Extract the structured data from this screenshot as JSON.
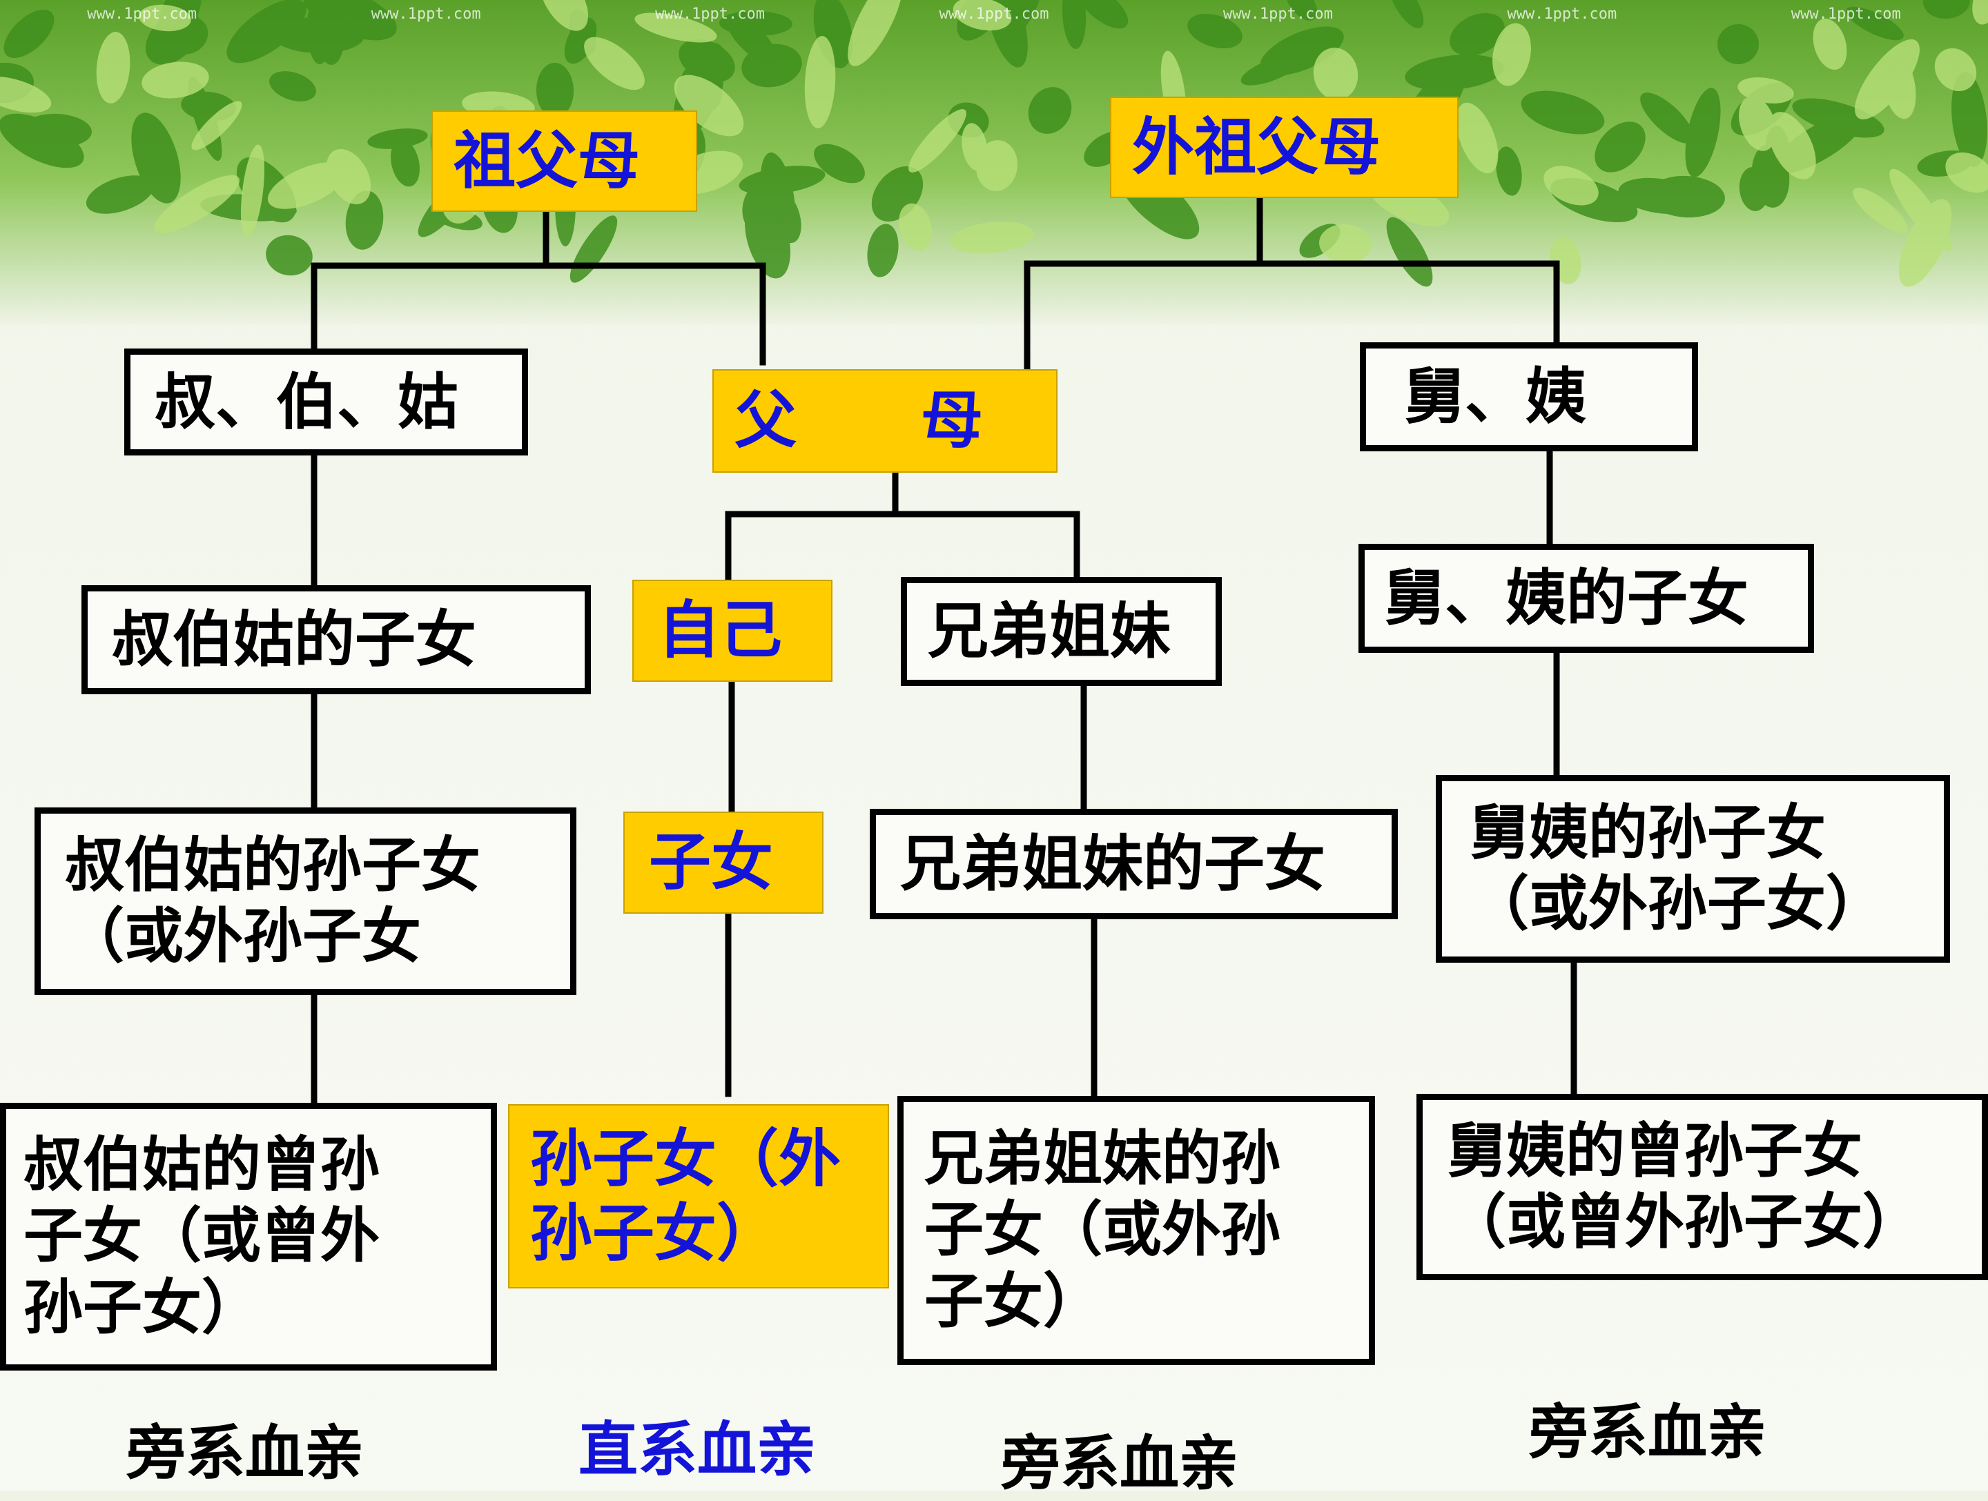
{
  "watermark": "www.1ppt.com",
  "nodes": {
    "paternal_grandparents": "祖父母",
    "maternal_grandparents": "外祖父母",
    "parents": "父　　母",
    "uncles_aunts_paternal": "叔、伯、姑",
    "uncles_aunts_maternal": "舅、姨",
    "self": "自己",
    "siblings": "兄弟姐妹",
    "paternal_cousins": "叔伯姑的子女",
    "maternal_cousins": "舅、姨的子女",
    "children": "子女",
    "siblings_children": "兄弟姐妹的子女",
    "paternal_second_gen": "叔伯姑的孙子女\n（或外孙子女",
    "maternal_second_gen": "舅姨的孙子女\n（或外孙子女）",
    "grandchildren": "孙子女（外\n孙子女）",
    "siblings_grandchildren": "兄弟姐妹的孙\n子女（或外孙\n子女）",
    "paternal_third_gen": "叔伯姑的曾孙\n子女（或曾外\n孙子女）",
    "maternal_third_gen": "舅姨的曾孙子女\n（或曾外孙子女）"
  },
  "footer": {
    "collateral_left": "旁系血亲",
    "lineal": "直系血亲",
    "collateral_middle": "旁系血亲",
    "collateral_right": "旁系血亲"
  },
  "colors": {
    "lineal_fill": "#ffcc00",
    "lineal_text": "#1414d8",
    "collateral_border": "#000000",
    "connector": "#000000"
  }
}
